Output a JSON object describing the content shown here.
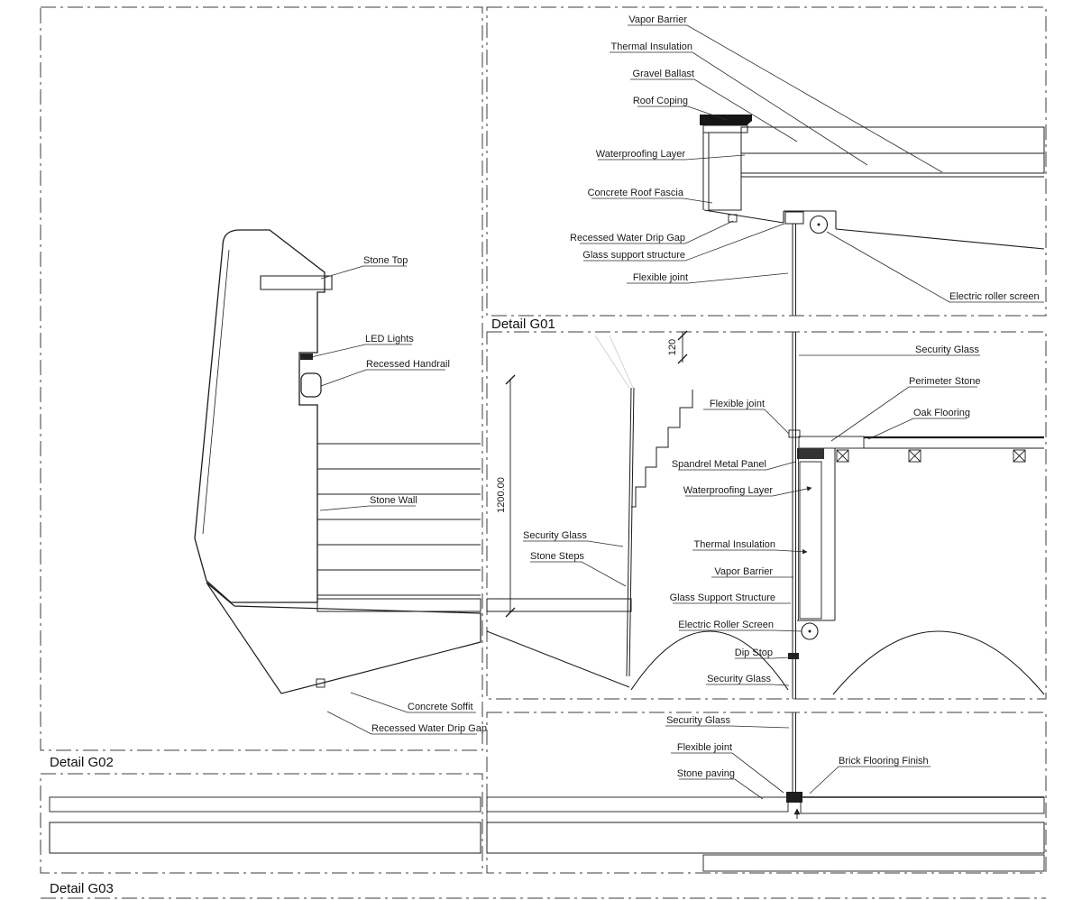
{
  "detail_g01": {
    "title": "Detail G01",
    "labels": {
      "vapor_barrier": "Vapor Barrier",
      "thermal_insulation": "Thermal Insulation",
      "gravel_ballast": "Gravel Ballast",
      "roof_coping": "Roof Coping",
      "waterproofing_layer": "Waterproofing Layer",
      "concrete_roof_fascia": "Concrete Roof Fascia",
      "recessed_water_drip_gap": "Recessed Water Drip Gap",
      "glass_support_structure": "Glass support structure",
      "flexible_joint": "Flexible joint",
      "electric_roller_screen": "Electric roller screen"
    }
  },
  "detail_g02": {
    "title": "Detail G02",
    "labels": {
      "stone_top": "Stone Top",
      "led_lights": "LED Lights",
      "recessed_handrail": "Recessed Handrail",
      "stone_wall": "Stone Wall",
      "concrete_soffit": "Concrete Soffit",
      "recessed_water_drip_gap": "Recessed Water Drip Gap"
    }
  },
  "wall_section": {
    "labels": {
      "security_glass_stair": "Security Glass",
      "stone_steps": "Stone Steps",
      "security_glass_top": "Security Glass",
      "perimeter_stone": "Perimeter Stone",
      "oak_flooring": "Oak Flooring",
      "flexible_joint": "Flexible joint",
      "spandrel_metal_panel": "Spandrel Metal Panel",
      "waterproofing_layer": "Waterproofing Layer",
      "thermal_insulation": "Thermal Insulation",
      "vapor_barrier": "Vapor Barrier",
      "glass_support_structure": "Glass Support Structure",
      "electric_roller_screen": "Electric Roller Screen",
      "dip_stop": "Dip Stop",
      "security_glass_bottom": "Security Glass"
    },
    "dimensions": {
      "stair_height": "1200.00",
      "glass_offset": "120"
    }
  },
  "detail_g03": {
    "title": "Detail G03",
    "labels": {
      "security_glass": "Security Glass",
      "flexible_joint": "Flexible joint",
      "stone_paving": "Stone paving",
      "brick_flooring_finish": "Brick Flooring Finish"
    }
  },
  "colors": {
    "line": "#1a1a1a",
    "hatch": "#666666",
    "background": "#ffffff"
  }
}
